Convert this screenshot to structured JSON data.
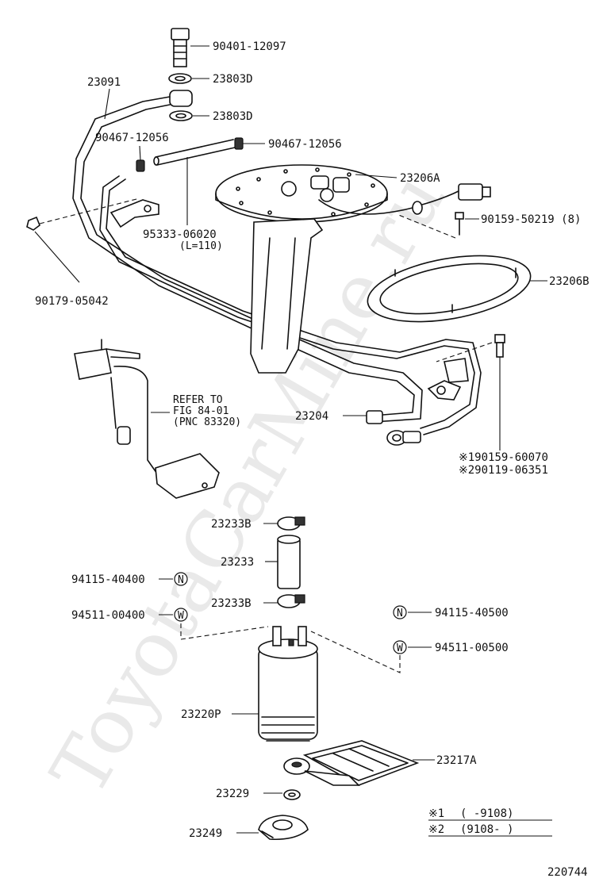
{
  "watermark": "ToyotaCarMine.ru",
  "diagram_code": "220744",
  "parts": {
    "bolt": "90401-12097",
    "gasket_upper": "23803D",
    "gasket_lower": "23803D",
    "fuel_tube": "23091",
    "clip_left": "90467-12056",
    "clip_right": "90467-12056",
    "hose": "95333-06020",
    "hose_len": "(L=110)",
    "clamp_nut": "90179-05042",
    "plate": "23206A",
    "screw": "90159-50219 (8)",
    "gasket_plate": "23206B",
    "pipe_assy": "23204",
    "bolt_var1": "※190159-60070",
    "bolt_var2": "※290119-06351",
    "refer_line1": "REFER TO",
    "refer_line2": "FIG 84-01",
    "refer_line3": "(PNC 83320)",
    "clamp_upper": "23233B",
    "hose_pump": "23233",
    "clamp_lower": "23233B",
    "nut_left": "94115-40400",
    "washer_left": "94511-00400",
    "nut_right": "94115-40500",
    "washer_right": "94511-00500",
    "nut_symbol": "N",
    "washer_symbol": "W",
    "pump": "23220P",
    "filter": "23217A",
    "spacer": "23229",
    "cushion": "23249"
  },
  "legend": {
    "row1_mark": "※1",
    "row1_range": "(      -9108)",
    "row2_mark": "※2",
    "row2_range": "(9108-      )"
  }
}
